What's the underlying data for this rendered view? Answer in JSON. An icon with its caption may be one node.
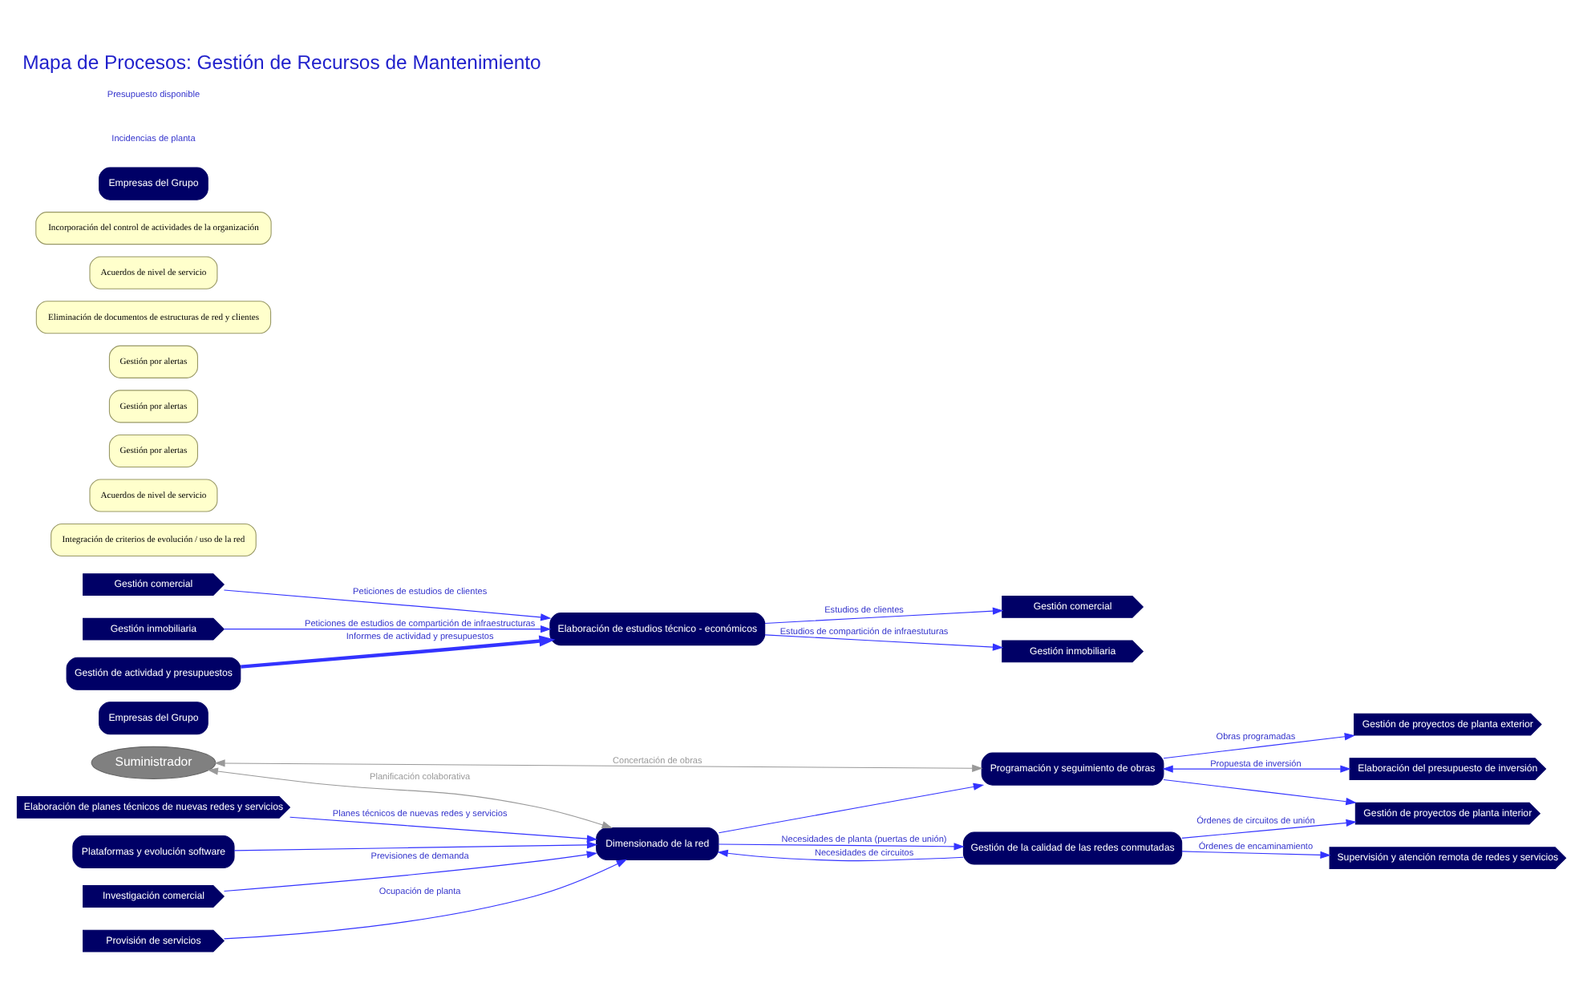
{
  "diagram": {
    "title": "Mapa de Procesos: Gestión de Recursos de Mantenimiento",
    "nodes": [
      {
        "text": [
          "Elaboración de planes técnicos de nuevas redes y servicios"
        ]
      },
      {
        "text": [
          "Investigación comercial"
        ]
      },
      {
        "text": [
          "Provisión de servicios"
        ]
      },
      {
        "text": [
          "Empresas del Grupo"
        ]
      },
      {
        "text": [
          "Gestión comercial"
        ]
      },
      {
        "text": [
          "Gestión inmobiliaria"
        ]
      },
      {
        "text": [
          "Plataformas y evolución software"
        ]
      },
      {
        "text": [
          "Elaboración del presupuesto de inversión"
        ]
      },
      {
        "text": [
          "Suministrador"
        ]
      },
      {
        "text": [
          "Integración de criterios de evolución / uso de la red"
        ]
      },
      {
        "text": [
          "Dimensionado de la red"
        ]
      },
      {
        "text": [
          "Acuerdos de nivel de servicio"
        ]
      },
      {
        "text": [
          "Gestión por alertas"
        ]
      },
      {
        "text": [
          "Programación y seguimiento de obras"
        ]
      },
      {
        "text": [
          "Gestión por alertas"
        ]
      },
      {
        "text": [
          "Gestión de la calidad de las redes conmutadas"
        ]
      },
      {
        "text": [
          "Gestión por alertas"
        ]
      },
      {
        "text": [
          "Eliminación de documentos de estructuras de red y clientes"
        ]
      },
      {
        "text": [
          "Elaboración de estudios técnico - económicos"
        ]
      },
      {
        "text": [
          "Acuerdos de nivel de servicio"
        ]
      },
      {
        "text": [
          "Gestión de actividad y presupuestos"
        ]
      },
      {
        "text": [
          "Incorporación del control de actividades de la organización"
        ]
      },
      {
        "text": [
          "Gestión de proyectos de planta exterior"
        ]
      },
      {
        "text": [
          "Gestión de proyectos de planta interior"
        ]
      },
      {
        "text": [
          "Supervisión y atención remota de redes y servicios"
        ]
      },
      {
        "text": [
          "Gestión comercial"
        ]
      },
      {
        "text": [
          "Empresas del Grupo"
        ]
      },
      {
        "text": [
          "Gestión inmobiliaria"
        ]
      }
    ],
    "edges": [
      {
        "from": 0,
        "to": 10,
        "arrow": "to",
        "label": "Planes técnicos de nuevas redes y servicios"
      },
      {
        "from": 1,
        "to": 10,
        "arrow": "to",
        "label": "Previsiones de demanda"
      },
      {
        "from": 2,
        "to": 10,
        "arrow": "to",
        "label": "Ocupación de planta"
      },
      {
        "from": 6,
        "to": 10,
        "arrow": "to"
      },
      {
        "from": 8,
        "to": 10,
        "arrow": "both",
        "label": "Planificación colaborativa",
        "color": "#999999"
      },
      {
        "from": 8,
        "to": 13,
        "arrow": "both",
        "label": "Concertación de obras",
        "color": "#999999"
      },
      {
        "from": 13,
        "to": 7,
        "arrow": "both",
        "label": "Propuesta de inversión"
      },
      {
        "from": 10,
        "to": 13,
        "arrow": "to"
      },
      {
        "from": 10,
        "to": 15,
        "arrow": "to",
        "label": "Necesidades de planta (puertas de unión)"
      },
      {
        "from": 15,
        "to": 10,
        "arrow": "to",
        "label": "Necesidades de circuitos"
      },
      {
        "from": 13,
        "to": 22,
        "arrow": "to",
        "label": "Obras programadas"
      },
      {
        "from": 13,
        "to": 23,
        "arrow": "to"
      },
      {
        "from": 15,
        "to": 23,
        "arrow": "to",
        "label": "Órdenes de circuitos de unión"
      },
      {
        "from": 15,
        "to": 24,
        "arrow": "to",
        "label": "Órdenes de encaminamiento"
      },
      {
        "from": 4,
        "to": 18,
        "arrow": "to",
        "label": "Peticiones de estudios de clientes"
      },
      {
        "from": 5,
        "to": 18,
        "arrow": "to",
        "label": "Peticiones de estudios de compartición de infraestructuras"
      },
      {
        "from": 20,
        "to": 18,
        "arrow": "to",
        "label": "Informes de actividad y presupuestos",
        "style": "thick"
      },
      {
        "from": 18,
        "to": 25,
        "arrow": "to",
        "label": "Estudios de clientes"
      },
      {
        "from": 18,
        "to": 27,
        "arrow": "to",
        "label": "Estudios de compartición de infraestuturas"
      }
    ],
    "labels": [
      "Incidencias de planta",
      "Presupuesto disponible"
    ]
  }
}
